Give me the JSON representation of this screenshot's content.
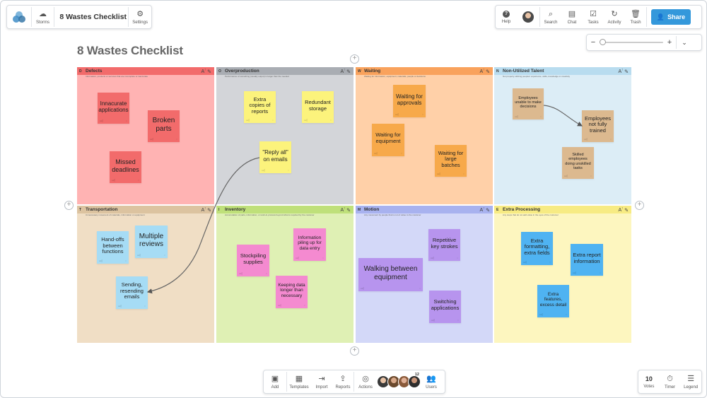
{
  "app": {
    "board_title": "8 Wastes Checklist",
    "storms_label": "Storms",
    "settings_label": "Settings"
  },
  "topbar": {
    "help": "Help",
    "search": "Search",
    "chat": "Chat",
    "tasks": "Tasks",
    "activity": "Activity",
    "trash": "Trash",
    "share": "Share"
  },
  "zoom": {
    "minus": "−",
    "plus": "+"
  },
  "page_title": "8 Wastes Checklist",
  "quadrants": [
    {
      "letter": "D",
      "title": "Defects",
      "desc": "Information, products or services that are incomplete or inaccurate",
      "bg": "#ffb3b3",
      "head": "#f26b6b"
    },
    {
      "letter": "O",
      "title": "Overproduction",
      "desc": "Performance of something (usually output) in larger than the needed",
      "bg": "#d3d5d9",
      "head": "#a9adb3"
    },
    {
      "letter": "W",
      "title": "Waiting",
      "desc": "Waiting for information, equipment, materials, people or decisions",
      "bg": "#ffd0a8",
      "head": "#f9a25c"
    },
    {
      "letter": "N",
      "title": "Non-Utilized Talent",
      "desc": "Not properly utilizing peoples' experience, skills, knowledge or creativity",
      "bg": "#dcedf6",
      "head": "#b8dcef"
    },
    {
      "letter": "T",
      "title": "Transportation",
      "desc": "Unnecessary movement of materials, information or equipment",
      "bg": "#f0dec5",
      "head": "#dcc3a0"
    },
    {
      "letter": "I",
      "title": "Inventory",
      "desc": "Accumulation of parts, information, or work-in-process beyond what is required by the customer",
      "bg": "#dff0b4",
      "head": "#bfe07a"
    },
    {
      "letter": "M",
      "title": "Motion",
      "desc": "Any movement by people that is not of value to the customer",
      "bg": "#d3d8f8",
      "head": "#a8b2ef"
    },
    {
      "letter": "E",
      "title": "Extra Processing",
      "desc": "Any steps that do not add value in the eyes of the customer",
      "bg": "#fdf6bf",
      "head": "#f7eb83"
    }
  ],
  "notes": {
    "n1": "Innacurate applications",
    "n2": "Broken parts",
    "n3": "Missed deadlines",
    "n4": "Extra copies of reports",
    "n5": "Redundant storage",
    "n6": "\"Reply all\" on emails",
    "n7": "Waiting for approvals",
    "n8": "Waiting for equipment",
    "n9": "Waiting for large batches",
    "n10": "Employees unable to make decisions",
    "n11": "Employees not fully trained",
    "n12": "Skilled employees doing unskilled tasks",
    "n13": "Hand-offs between functions",
    "n14": "Multiple reviews",
    "n15": "Sending, resending emails",
    "n16": "Stockpiling supplies",
    "n17": "Information piling up for data entry",
    "n18": "Keeping data longer than necessary",
    "n19": "Walking between equipment",
    "n20": "Repetitive key strokes",
    "n21": "Switching applications",
    "n22": "Extra formatting, extra fields",
    "n23": "Extra report information",
    "n24": "Extra features, excess detail"
  },
  "bottombar": {
    "add": "Add",
    "templates": "Templates",
    "import": "Import",
    "reports": "Reports",
    "actions": "Actions",
    "users": "Users",
    "users_count": "12"
  },
  "bottomright": {
    "votes_count": "10",
    "votes": "Votes",
    "timer": "Timer",
    "legend": "Legend"
  },
  "colors": {
    "share": "#3498db",
    "red_note": "#f26b6b",
    "yellow_note": "#fcf37c",
    "orange_note": "#f7a94a",
    "tan_note": "#dcb98f",
    "blue_note": "#a6dcf5",
    "pink_note": "#f48ad0",
    "purple_note": "#b794ee",
    "bright_blue_note": "#4fb3f2"
  }
}
